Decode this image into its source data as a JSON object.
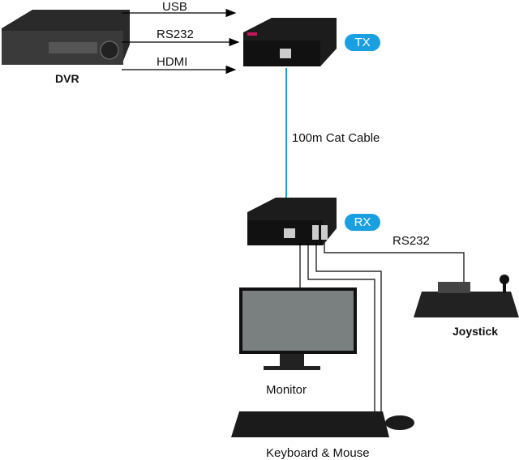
{
  "devices": {
    "dvr": "DVR",
    "tx": "TX",
    "rx": "RX",
    "monitor": "Monitor",
    "joystick": "Joystick",
    "keyboard_mouse": "Keyboard & Mouse"
  },
  "connections": {
    "usb": "USB",
    "rs232_top": "RS232",
    "hdmi": "HDMI",
    "cable": "100m Cat Cable",
    "rs232_bottom": "RS232"
  },
  "colors": {
    "badge": "#1a9fe0",
    "cable": "#1aa0dc",
    "device": "#1c1c1c"
  }
}
